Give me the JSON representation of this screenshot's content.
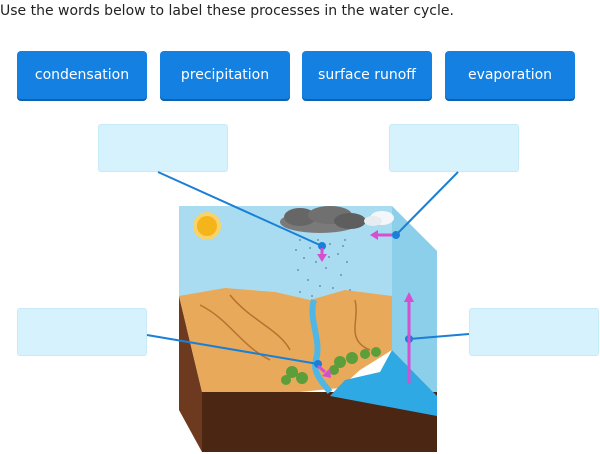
{
  "instruction": "Use the words below to label these processes in the water cycle.",
  "word_bank": [
    {
      "label": "condensation"
    },
    {
      "label": "precipitation"
    },
    {
      "label": "surface runoff"
    },
    {
      "label": "evaporation"
    }
  ],
  "colors": {
    "button": "#1380e2",
    "drop_zone": "#d6f2fd",
    "leader_line": "#1a7fd6",
    "arrow": "#d64fd0"
  }
}
